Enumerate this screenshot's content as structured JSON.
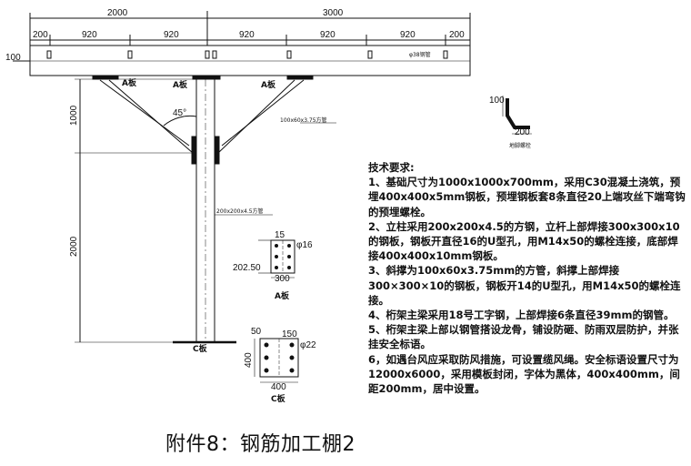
{
  "dimensions": {
    "top_left_span": "2000",
    "top_right_span": "3000",
    "segments": [
      "200",
      "920",
      "920",
      "920",
      "920",
      "920",
      "200"
    ],
    "overhang": "100",
    "pipe": "φ38钢管",
    "height_upper": "1000",
    "height_lower": "2000",
    "angle": "45°"
  },
  "labels": {
    "plate_a_left": "A板",
    "plate_a_center": "A板",
    "plate_a_right": "A板",
    "brace_pipe": "100x60x3.75方管",
    "column_pipe": "200x200x4.5方管",
    "plate_c": "C板"
  },
  "anchor_detail": {
    "top": "100",
    "bottom": "200",
    "caption": "地脚螺栓"
  },
  "plate_a_detail": {
    "top": "15",
    "hole": "φ16",
    "side": "202.50",
    "bottom": "300",
    "caption": "A板"
  },
  "plate_c_detail": {
    "top_left": "50",
    "top_right": "150",
    "hole": "φ22",
    "side": "400",
    "bottom": "400",
    "caption": "C板"
  },
  "tech": {
    "title": "技术要求:",
    "items": [
      "1、基础尺寸为1000x1000x700mm，采用C30混凝土浇筑，预埋400x400x5mm钢板，预埋钢板套8条直径20上端攻丝下端弯钩的预埋螺栓。",
      "2、立柱采用200x200x4.5的方钢，立杆上部焊接300x300x10的钢板，钢板开直径16的U型孔，用M14x50的螺栓连接，底部焊接400x400x10mm钢板。",
      "3、斜撑为100x60x3.75mm的方管，斜撑上部焊接300×300×10的钢板，钢板开14的U型孔，用M14x50的螺栓连接。",
      "4、桁架主梁采用18号工字钢，上部焊接6条直径39mm的钢管。",
      "5、桁架主梁上部以钢管搭设龙骨，铺设防砸、防雨双层防护，并张挂安全标语。",
      "6，如遇台风应采取防风措施，可设置缆风绳。安全标语设置尺寸为12000x6000，采用模板封闭，字体为黑体，400x400mm，间距200mm，居中设置。"
    ]
  },
  "caption": "附件8：钢筋加工棚2"
}
